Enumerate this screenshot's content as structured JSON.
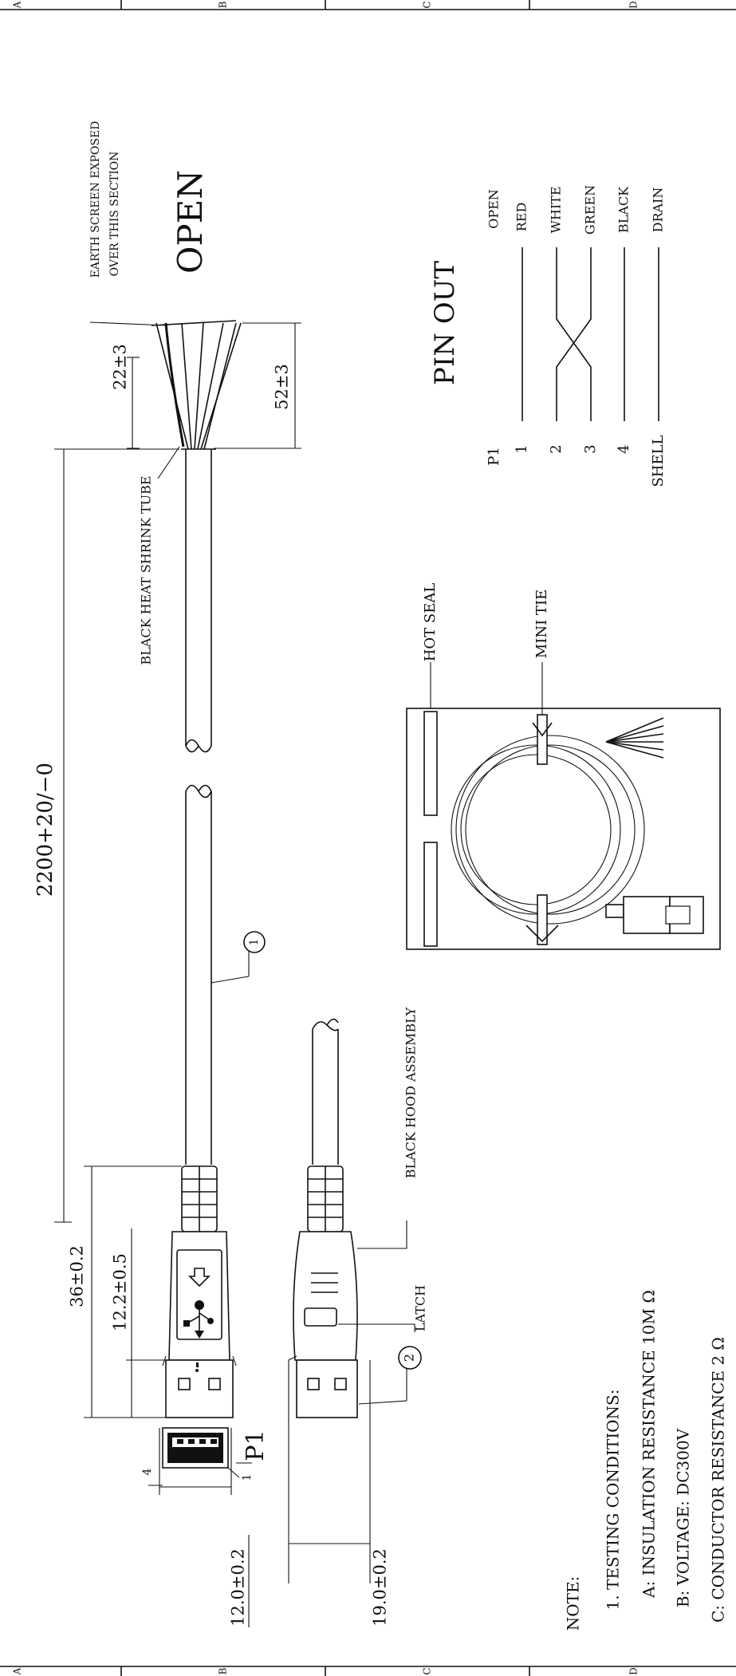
{
  "border_zones": {
    "a": "A",
    "b": "B",
    "c": "C",
    "d": "D"
  },
  "cable": {
    "open_label": "OPEN",
    "earth_note_line1": "EARTH SCREEN EXPOSED",
    "earth_note_line2": "OVER THIS SECTION",
    "strip_dim": "22±3",
    "wire_dim": "52±3",
    "shrink_label": "BLACK HEAT SHRINK TUBE",
    "length_dim": "2200+20/−0",
    "item_cable": "1"
  },
  "connector": {
    "overall_dim": "36±0.2",
    "plug_dim": "12.2±0.5",
    "width_dim": "12.0±0.2",
    "depth_dim": "19.0±0.2",
    "port_label": "P1",
    "pin_first": "4",
    "pin_last": "1",
    "hood_label": "BLACK HOOD ASSEMBLY",
    "latch_label": "LATCH",
    "item_plug": "2"
  },
  "packaging": {
    "hot_seal": "HOT SEAL",
    "mini_tie": "MINI TIE"
  },
  "pinout": {
    "title": "PIN OUT",
    "header": "P1",
    "pins": [
      "1",
      "2",
      "3",
      "4",
      "SHELL"
    ],
    "colors": [
      "OPEN",
      "RED",
      "WHITE",
      "GREEN",
      "BLACK",
      "DRAIN"
    ]
  },
  "notes": {
    "title": "NOTE:",
    "item1": "1. TESTING CONDITIONS:",
    "a": "A: INSULATION RESISTANCE 10M Ω",
    "b": "B: VOLTAGE:  DC300V",
    "c": "C: CONDUCTOR RESISTANCE 2 Ω"
  }
}
